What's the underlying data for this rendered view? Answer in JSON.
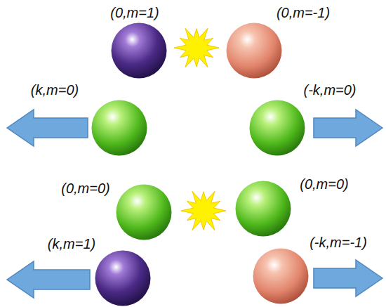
{
  "diagram": {
    "nodes": [
      {
        "text": [
          "(0,m=1)"
        ]
      },
      {
        "text": [
          "(0,m=-1)"
        ]
      },
      {
        "text": [
          "(k,m=0)"
        ]
      },
      {
        "text": [
          "(-k,m=0)"
        ]
      },
      {
        "text": [
          "(0,m=0)"
        ]
      },
      {
        "text": [
          "(0,m=0)"
        ]
      },
      {
        "text": [
          "(k,m=1)"
        ]
      },
      {
        "text": [
          "(-k,m=-1)"
        ]
      }
    ]
  }
}
